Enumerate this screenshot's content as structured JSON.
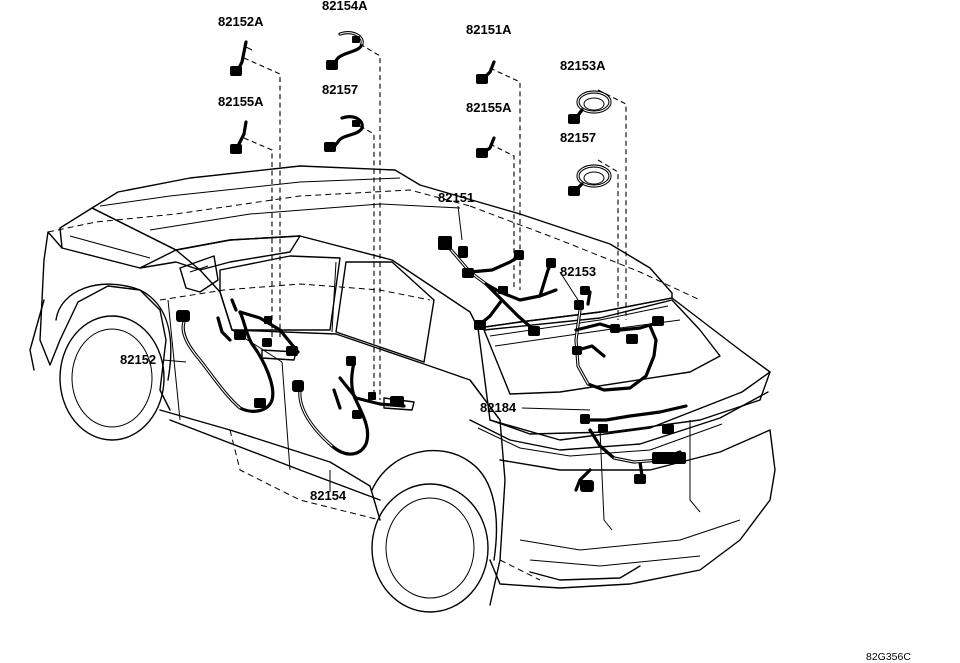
{
  "diagram": {
    "part_labels": {
      "p82152A": "82152A",
      "p82154A": "82154A",
      "p82151A": "82151A",
      "p82153A": "82153A",
      "p82155A_left": "82155A",
      "p82157_left": "82157",
      "p82155A_right": "82155A",
      "p82157_right": "82157",
      "p82151": "82151",
      "p82153": "82153",
      "p82152": "82152",
      "p82184": "82184",
      "p82154": "82154"
    },
    "reference_code": "82G356C",
    "colors": {
      "line": "#000000",
      "background": "#ffffff"
    }
  }
}
